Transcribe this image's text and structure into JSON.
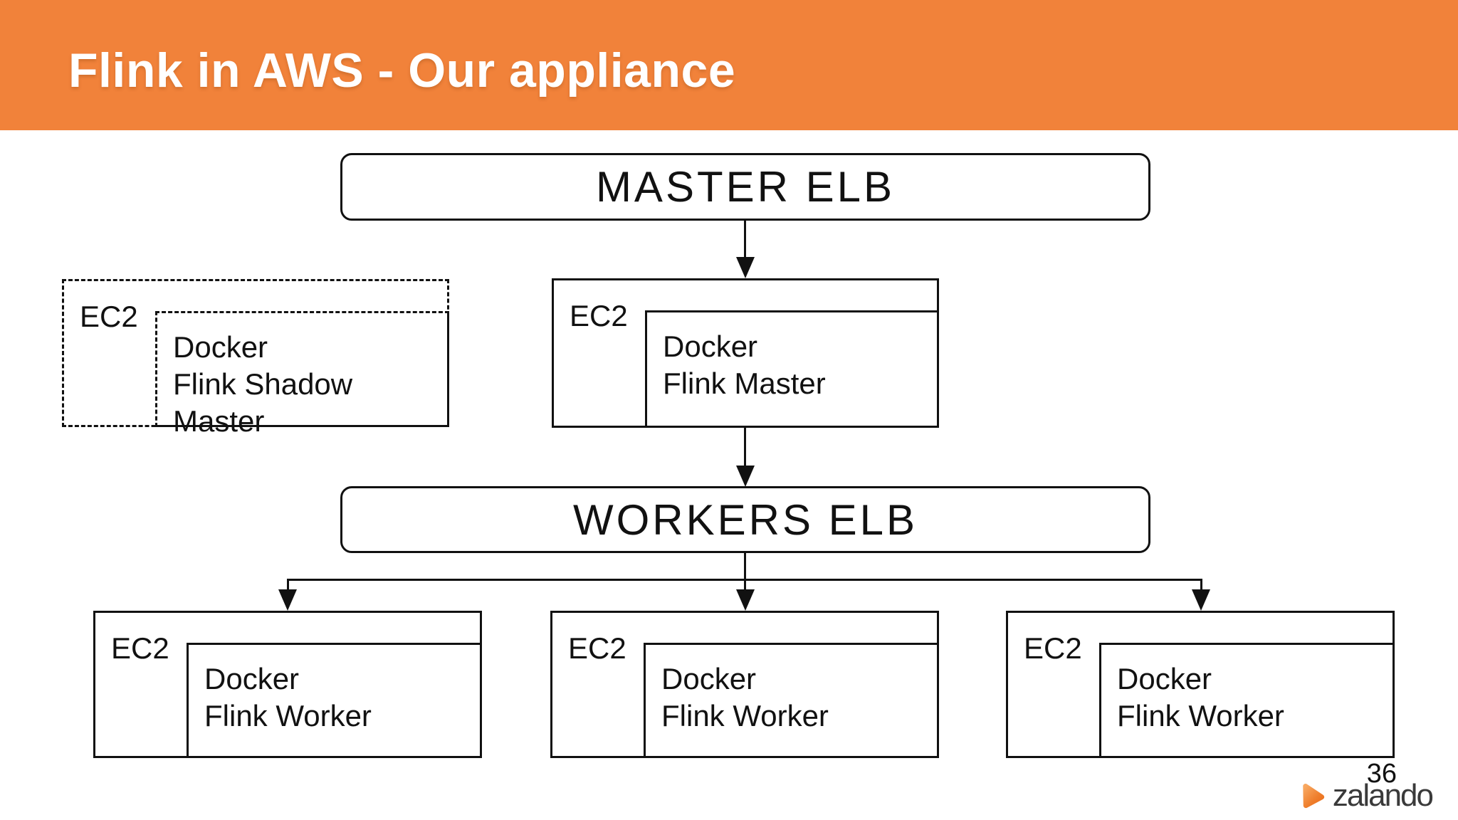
{
  "slide": {
    "title": "Flink in AWS - Our appliance",
    "page_number": "36",
    "logo_text": "zalando"
  },
  "colors": {
    "header_bg": "#F1823A",
    "logo_orange": "#EE7623",
    "logo_orange_highlight": "#F8A861",
    "logo_text_color": "#3A3A3A",
    "line_color": "#111111",
    "title_color": "#FFFFFF",
    "background": "#FFFFFF"
  },
  "diagram": {
    "master_elb": {
      "label": "MASTER ELB"
    },
    "workers_elb": {
      "label": "WORKERS ELB"
    },
    "shadow_master": {
      "host_label": "EC2",
      "container_lines": [
        "Docker",
        "Flink Shadow Master"
      ],
      "style": "dashed"
    },
    "master": {
      "host_label": "EC2",
      "container_lines": [
        "Docker",
        "Flink Master"
      ],
      "style": "solid"
    },
    "workers": [
      {
        "host_label": "EC2",
        "container_lines": [
          "Docker",
          "Flink Worker"
        ]
      },
      {
        "host_label": "EC2",
        "container_lines": [
          "Docker",
          "Flink Worker"
        ]
      },
      {
        "host_label": "EC2",
        "container_lines": [
          "Docker",
          "Flink Worker"
        ]
      }
    ]
  }
}
